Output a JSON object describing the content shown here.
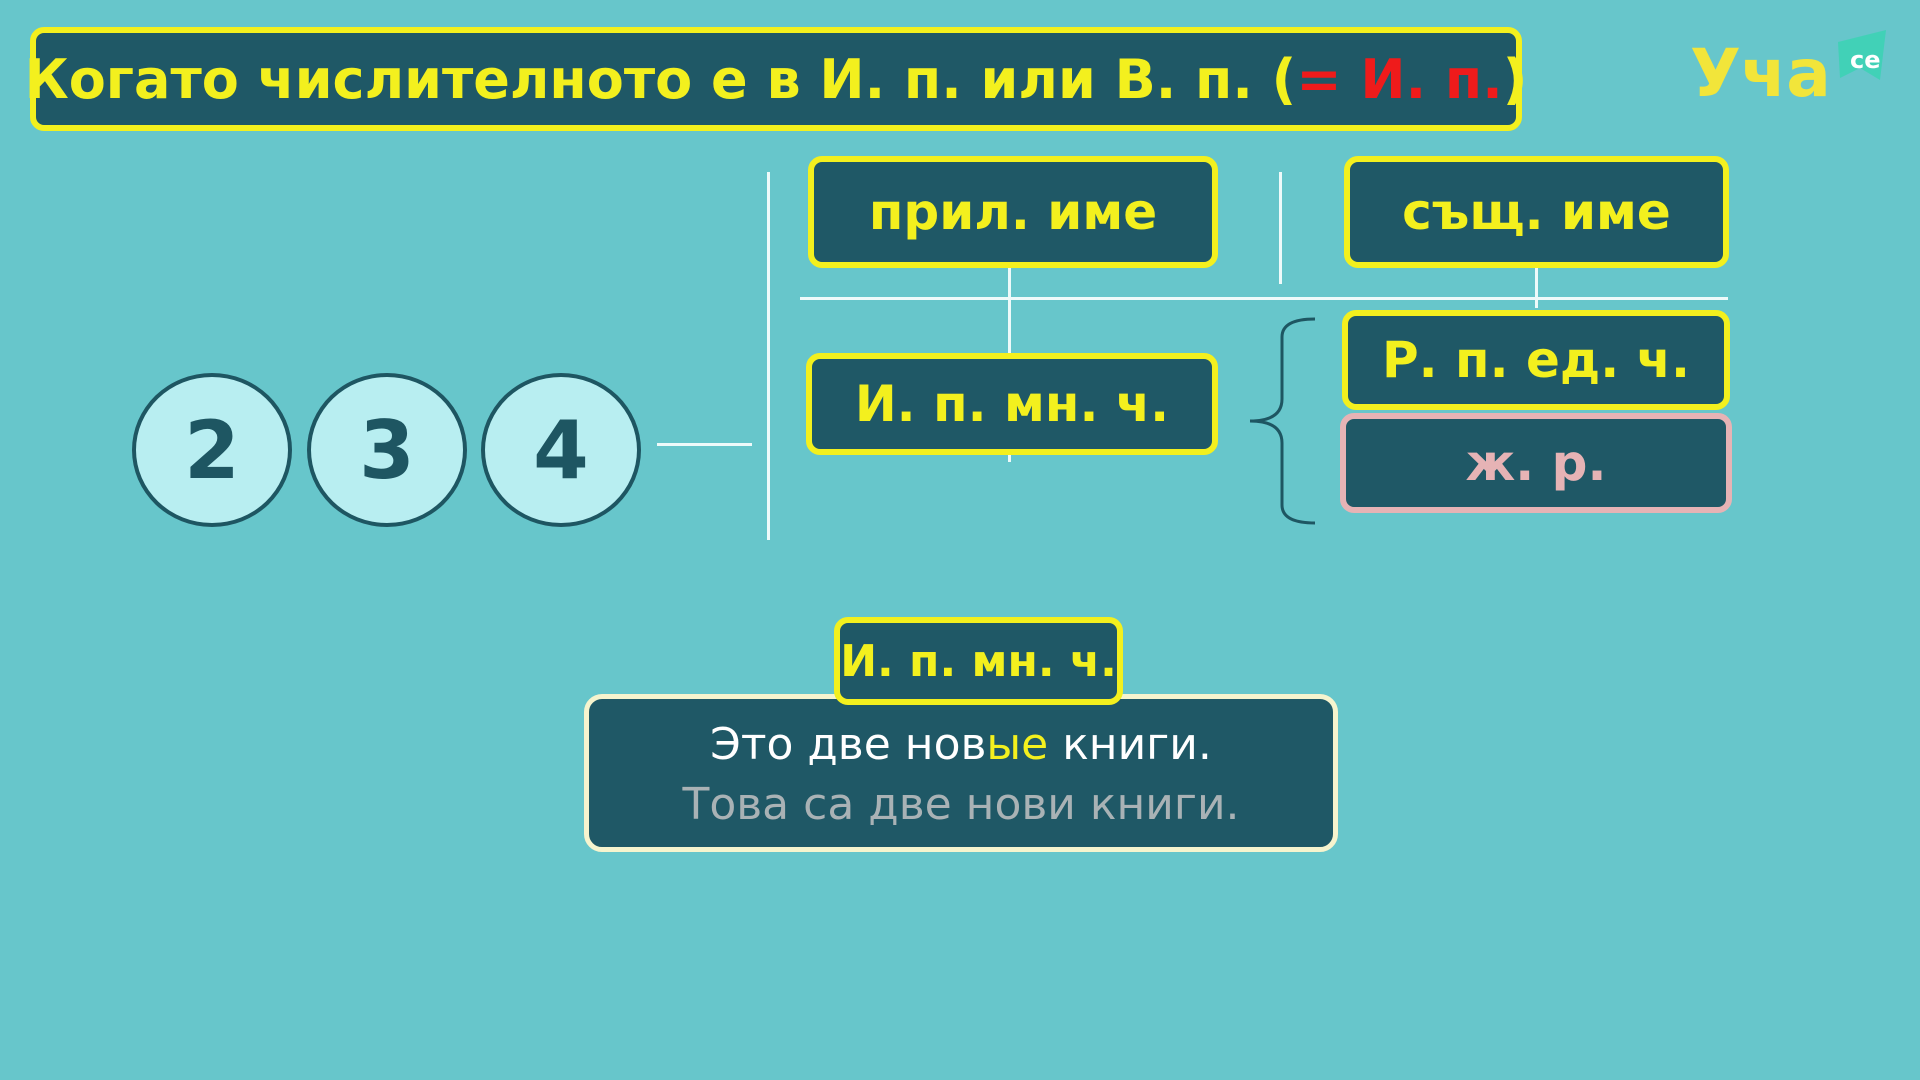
{
  "title": {
    "text_main": "Когато числителното е в И. п. или В. п. (",
    "text_red": "= И. п.",
    "text_end": ")"
  },
  "logo": {
    "text": "Уча",
    "suffix": "се"
  },
  "numbers": [
    "2",
    "3",
    "4"
  ],
  "headers": {
    "adjective": "прил. име",
    "noun": "същ. име"
  },
  "adjective_case": "И. п. мн. ч.",
  "noun_cases": {
    "case": "Р. п. ед. ч.",
    "gender": "ж. р."
  },
  "example": {
    "label": "И. п. мн. ч.",
    "russian_before": "Это две нов",
    "russian_ending": "ые",
    "russian_after": " книги.",
    "bulgarian": "Това са две нови книги."
  },
  "colors": {
    "background": "#67c6cb",
    "box_fill": "#1f5866",
    "accent_yellow": "#f3f01e",
    "accent_red": "#ef1b1b",
    "accent_pink": "#e6b3b5",
    "circle_fill": "#b8eef1"
  }
}
